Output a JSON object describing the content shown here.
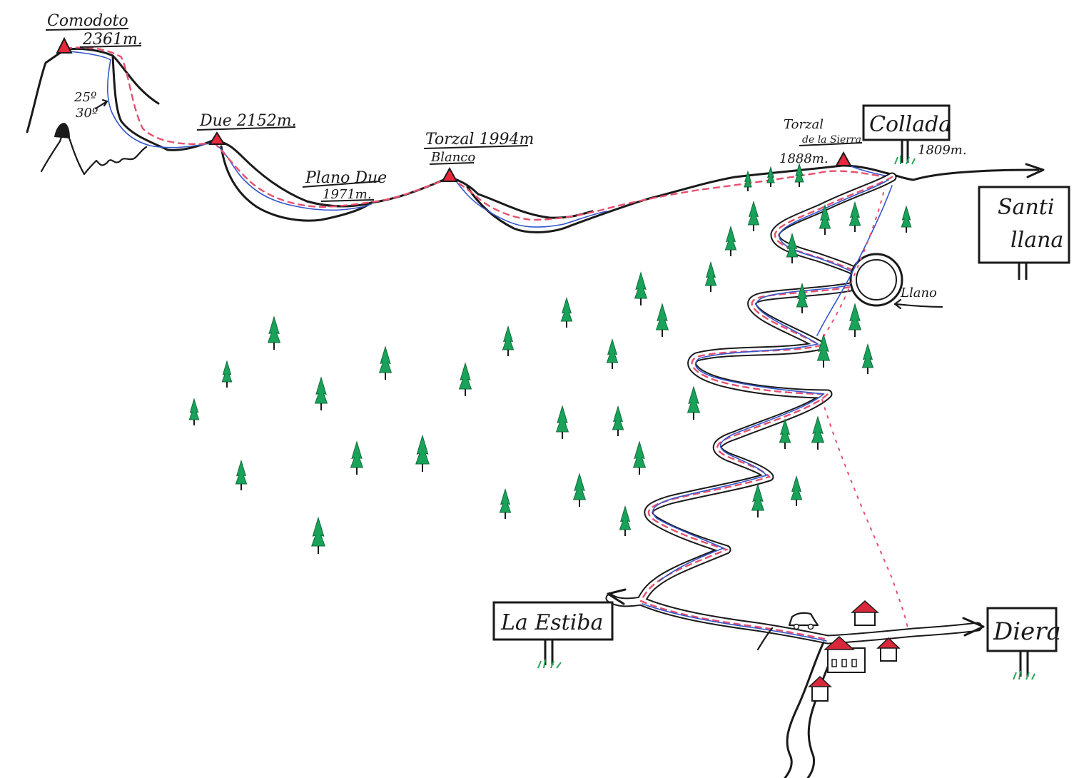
{
  "peaks": [
    {
      "id": "comodoto",
      "name": "Comodoto",
      "elevation": "2361m."
    },
    {
      "id": "due",
      "name": "Due 2152m."
    },
    {
      "id": "plano-due",
      "name": "Plano Due",
      "elevation": "1971m."
    },
    {
      "id": "torzal-blanco",
      "name": "Torzal 1994m",
      "sub": "Blanco"
    },
    {
      "id": "torzal-sierra",
      "name": "Torzal",
      "sub": "de la Sierra",
      "elevation": "1888m."
    }
  ],
  "annotations": {
    "slope_top": "25º",
    "slope_bottom": "30º",
    "llano": "Llano"
  },
  "signs": {
    "collada": {
      "label": "Collada",
      "elevation": "1809m."
    },
    "santillana": {
      "line1": "Santi",
      "line2": "llana"
    },
    "la_estiba": {
      "label": "La Estiba"
    },
    "diera": {
      "label": "Diera"
    }
  },
  "colors": {
    "ink": "#1a1a1a",
    "route_red": "#e8506e",
    "route_blue": "#3355cc",
    "tree_green": "#19a35a",
    "roof_red": "#d8283a",
    "peak_red": "#e8283a"
  },
  "icons": [
    "peak-triangle-icon",
    "tree-icon",
    "house-icon",
    "car-icon",
    "arrow-icon",
    "grass-tuft-icon"
  ]
}
